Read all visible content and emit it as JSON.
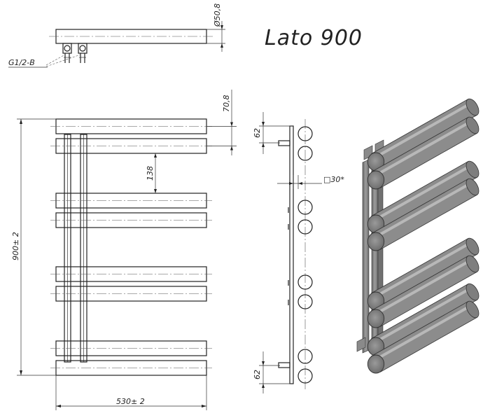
{
  "drawing": {
    "title": "Lato 900",
    "labels": {
      "tube_diameter": "Ø50,8",
      "connection": "G1/2-B",
      "top_offset": "70,8",
      "gap": "138",
      "height": "900± 2",
      "width": "530± 2",
      "center_top": "62",
      "center_bottom": "62",
      "wall_gap": "□30*"
    },
    "colors": {
      "line": "#222222",
      "tube_dark": "#6e6e6e",
      "tube_light": "#a9a9a9"
    }
  }
}
